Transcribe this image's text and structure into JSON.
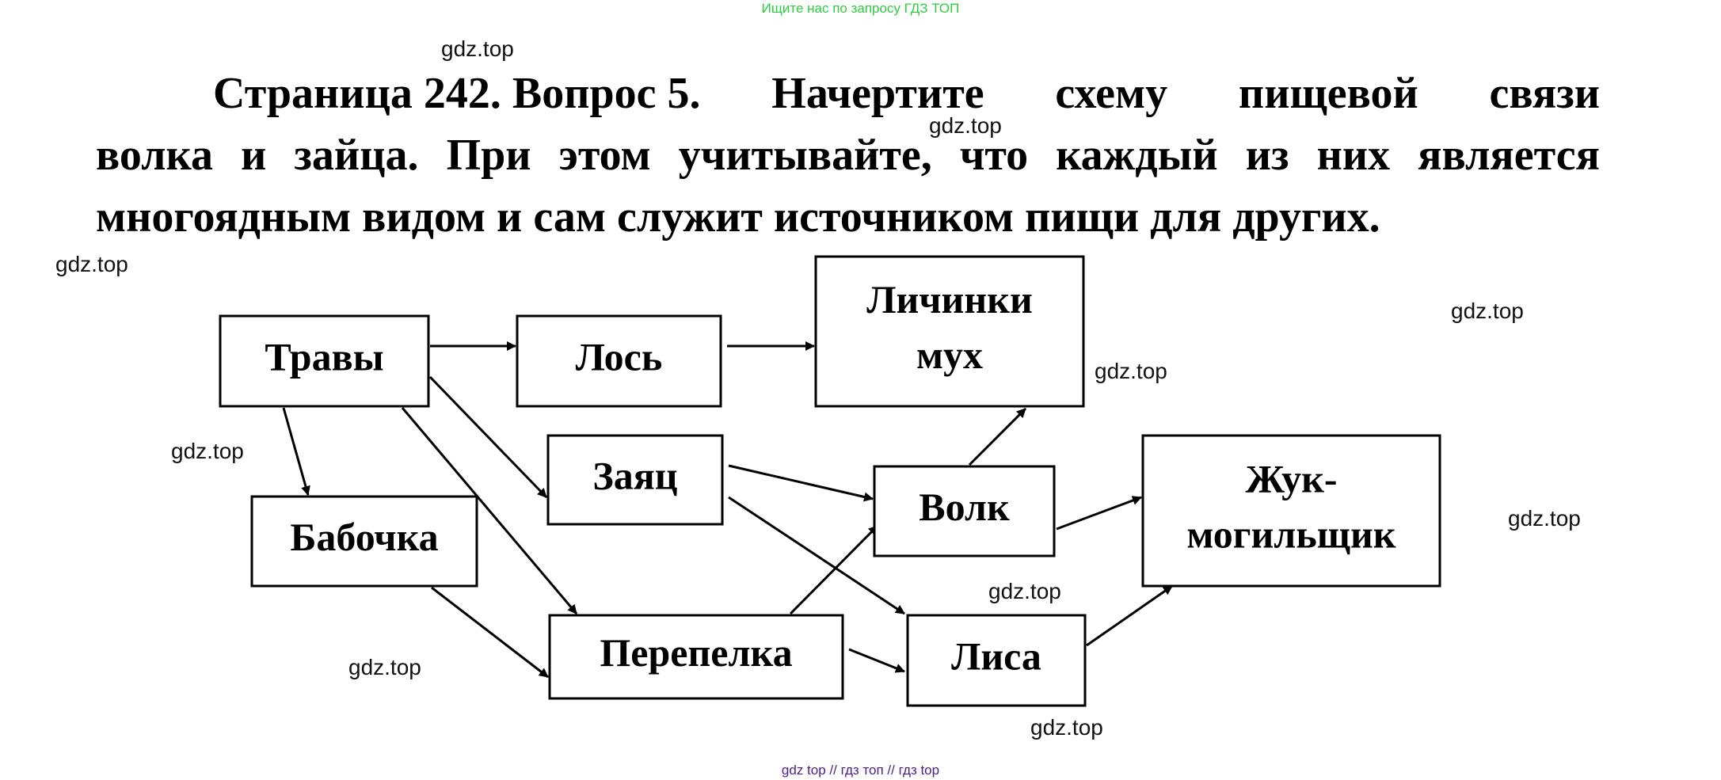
{
  "header": {
    "banner": "Ищите нас по запросу ГДЗ ТОП"
  },
  "question": {
    "line1_prefix": "Страница 242. Вопрос 5.",
    "line1_words": [
      "Начертите",
      "схему",
      "пищевой",
      "связи"
    ],
    "line2_words": [
      "волка",
      "и",
      "зайца.",
      "При",
      "этом",
      "учитывайте,",
      "что",
      "каждый",
      "из",
      "них",
      "является"
    ],
    "line3": "многоядным видом и сам служит источником пищи для других."
  },
  "diagram": {
    "nodes": [
      {
        "id": "travy",
        "lines": [
          "Травы"
        ]
      },
      {
        "id": "los",
        "lines": [
          "Лось"
        ]
      },
      {
        "id": "lichinki",
        "lines": [
          "Личинки",
          "мух"
        ]
      },
      {
        "id": "zayac",
        "lines": [
          "Заяц"
        ]
      },
      {
        "id": "babochka",
        "lines": [
          "Бабочка"
        ]
      },
      {
        "id": "volk",
        "lines": [
          "Волк"
        ]
      },
      {
        "id": "zhuk",
        "lines": [
          "Жук-",
          "могильщик"
        ]
      },
      {
        "id": "perepelka",
        "lines": [
          "Перепелка"
        ]
      },
      {
        "id": "lisa",
        "lines": [
          "Лиса"
        ]
      }
    ],
    "edges": [
      {
        "from": "travy",
        "to": "los"
      },
      {
        "from": "los",
        "to": "lichinki"
      },
      {
        "from": "travy",
        "to": "zayac"
      },
      {
        "from": "travy",
        "to": "babochka"
      },
      {
        "from": "travy",
        "to": "perepelka"
      },
      {
        "from": "zayac",
        "to": "volk"
      },
      {
        "from": "zayac",
        "to": "lisa"
      },
      {
        "from": "babochka",
        "to": "perepelka"
      },
      {
        "from": "perepelka",
        "to": "volk"
      },
      {
        "from": "perepelka",
        "to": "lisa"
      },
      {
        "from": "volk",
        "to": "lichinki"
      },
      {
        "from": "volk",
        "to": "zhuk"
      },
      {
        "from": "lisa",
        "to": "zhuk"
      }
    ]
  },
  "watermarks": [
    "gdz.top",
    "gdz.top",
    "gdz.top",
    "gdz.top",
    "gdz.top",
    "gdz.top",
    "gdz.top",
    "gdz.top",
    "gdz.top",
    "gdz.top"
  ],
  "footer": {
    "banner": "gdz top  //  гдз топ  //  гдз top"
  }
}
